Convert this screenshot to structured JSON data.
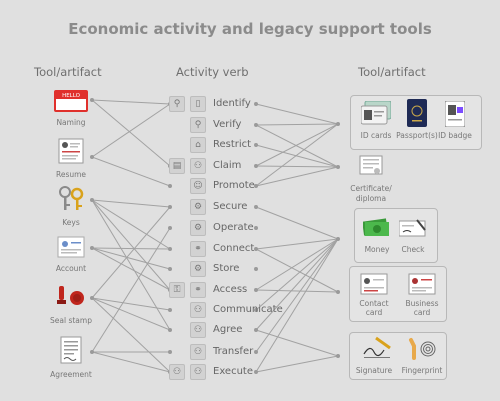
{
  "title": "Economic activity and legacy support tools",
  "columns": {
    "left_header": "Tool/artifact",
    "middle_header": "Activity verb",
    "right_header": "Tool/artifact"
  },
  "hello_tag": "HELLO",
  "left_tools": [
    "Naming",
    "Resume",
    "Keys",
    "Account",
    "Seal stamp",
    "Agreement"
  ],
  "verbs": [
    "Identify",
    "Verify",
    "Restrict",
    "Claim",
    "Promote",
    "Secure",
    "Operate",
    "Connect",
    "Store",
    "Access",
    "Communicate",
    "Agree",
    "Transfer",
    "Execute"
  ],
  "right_tools": {
    "id_cards": "ID cards",
    "passports": "Passport(s)",
    "id_badge": "ID badge",
    "certificate_line1": "Certificate/",
    "certificate_line2": "diploma",
    "money": "Money",
    "check": "Check",
    "contact_card_line1": "Contact",
    "contact_card_line2": "card",
    "business_card_line1": "Business",
    "business_card_line2": "card",
    "signature": "Signature",
    "fingerprint": "Fingerprint"
  },
  "links_left": [
    [
      "Naming",
      "Identify"
    ],
    [
      "Naming",
      "Claim"
    ],
    [
      "Resume",
      "Identify"
    ],
    [
      "Resume",
      "Promote"
    ],
    [
      "Keys",
      "Secure"
    ],
    [
      "Keys",
      "Connect"
    ],
    [
      "Keys",
      "Access"
    ],
    [
      "Keys",
      "Agree"
    ],
    [
      "Account",
      "Connect"
    ],
    [
      "Account",
      "Store"
    ],
    [
      "Account",
      "Access"
    ],
    [
      "Seal stamp",
      "Secure"
    ],
    [
      "Seal stamp",
      "Communicate"
    ],
    [
      "Seal stamp",
      "Agree"
    ],
    [
      "Seal stamp",
      "Execute"
    ],
    [
      "Agreement",
      "Operate"
    ],
    [
      "Agreement",
      "Transfer"
    ],
    [
      "Agreement",
      "Execute"
    ]
  ],
  "links_right": [
    [
      "Identify",
      "ID cards"
    ],
    [
      "Verify",
      "ID cards"
    ],
    [
      "Claim",
      "ID cards"
    ],
    [
      "Promote",
      "ID cards"
    ],
    [
      "Verify",
      "Certificate/diploma"
    ],
    [
      "Restrict",
      "Certificate/diploma"
    ],
    [
      "Claim",
      "Certificate/diploma"
    ],
    [
      "Promote",
      "Certificate/diploma"
    ],
    [
      "Secure",
      "Money / Check"
    ],
    [
      "Connect",
      "Money / Check"
    ],
    [
      "Access",
      "Money / Check"
    ],
    [
      "Communicate",
      "Money / Check"
    ],
    [
      "Agree",
      "Money / Check"
    ],
    [
      "Transfer",
      "Money / Check"
    ],
    [
      "Execute",
      "Money / Check"
    ],
    [
      "Connect",
      "Contact / Business card"
    ],
    [
      "Access",
      "Contact / Business card"
    ],
    [
      "Agree",
      "Signature / Fingerprint"
    ],
    [
      "Execute",
      "Signature / Fingerprint"
    ]
  ],
  "colors": {
    "background": "#e0e0e0",
    "line": "#a2a2a2",
    "hello_red": "#e0302c",
    "key_gold": "#d9a21c",
    "seal_red": "#c0261d",
    "money_green": "#3a9a3a",
    "passport_navy": "#1e2a55"
  }
}
